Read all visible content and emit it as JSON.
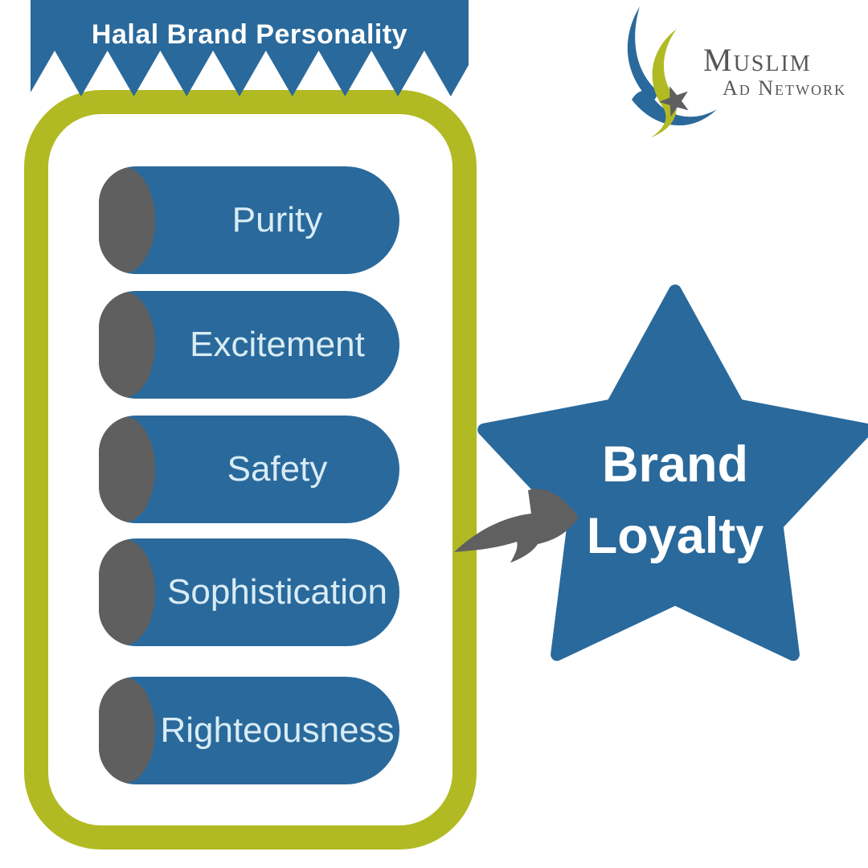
{
  "banner": {
    "title": "Halal Brand Personality"
  },
  "traits": [
    {
      "label": "Purity"
    },
    {
      "label": "Excitement"
    },
    {
      "label": "Safety"
    },
    {
      "label": "Sophistication"
    },
    {
      "label": "Righteousness"
    }
  ],
  "star": {
    "line1": "Brand",
    "line2": "Loyalty"
  },
  "logo": {
    "word": "Muslim",
    "sub": "Ad Network"
  },
  "colors": {
    "blue": "#2a699b",
    "olive": "#b1ba23",
    "gray": "#5f5f5f",
    "pill_text": "#d9ecf5",
    "logo_text": "#565656"
  }
}
